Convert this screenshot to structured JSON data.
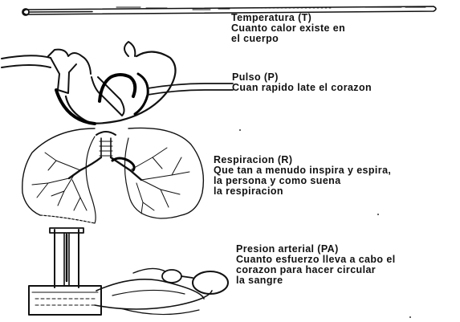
{
  "sections": [
    {
      "id": "temperature",
      "heading": "Temperatura (T)",
      "lines": [
        "Cuanto calor existe en",
        "el cuerpo"
      ],
      "illustration": "thermometer"
    },
    {
      "id": "pulse",
      "heading": "Pulso (P)",
      "lines": [
        "Cuan rapido late el corazon"
      ],
      "illustration": "heart"
    },
    {
      "id": "respiration",
      "heading": "Respiracion (R)",
      "lines": [
        "Que tan a menudo inspira y espira,",
        "la persona y como suena",
        "la respiracion"
      ],
      "illustration": "lungs"
    },
    {
      "id": "blood-pressure",
      "heading": "Presion arterial (PA)",
      "lines": [
        "Cuanto esfuerzo lleva a cabo el",
        "corazon para hacer circular",
        "la sangre"
      ],
      "illustration": "sphygmomanometer"
    }
  ]
}
